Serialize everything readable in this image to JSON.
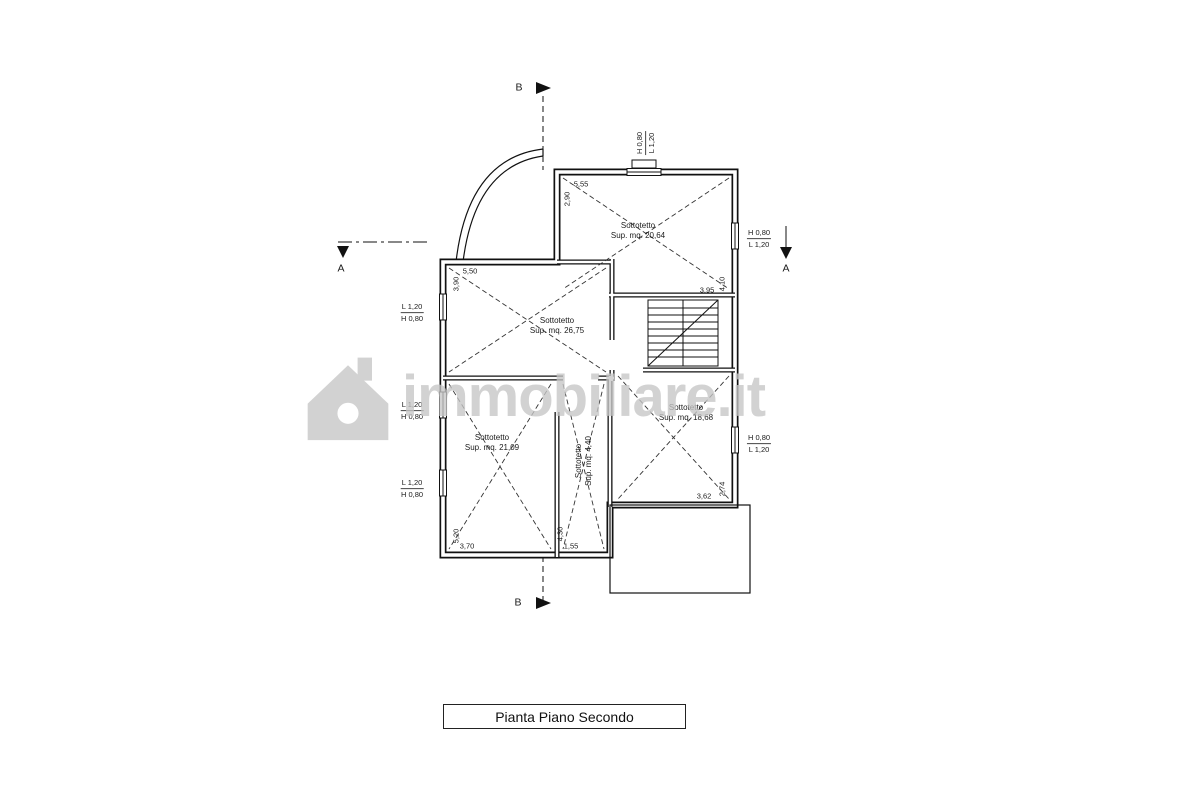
{
  "title": "Pianta Piano Secondo",
  "watermark": "immobiliare.it",
  "markers": {
    "b_top": "B",
    "b_bottom": "B",
    "a_left": "A",
    "a_right": "A"
  },
  "rooms": {
    "r1": {
      "name": "Sottotetto",
      "area": "Sup. mq. 20,64"
    },
    "r2": {
      "name": "Sottotetto",
      "area": "Sup. mq. 26,75"
    },
    "r3": {
      "name": "Sottotetto",
      "area": "Sup. mq. 21,09"
    },
    "r4": {
      "name": "Sottotetto",
      "area": "Sup. mq. 4,40"
    },
    "r5": {
      "name": "Sottotetto",
      "area": "Sup. mq. 18,68"
    }
  },
  "windows": {
    "top": {
      "line1": "H 0,80",
      "line2": "L 1,20"
    },
    "right1": {
      "line1": "H 0,80",
      "line2": "L 1,20"
    },
    "right2": {
      "line1": "H 0,80",
      "line2": "L 1,20"
    },
    "left1": {
      "line1": "L 1,20",
      "line2": "H 0,80"
    },
    "left2": {
      "line1": "L 1,20",
      "line2": "H 0,80"
    },
    "left3": {
      "line1": "L 1,20",
      "line2": "H 0,80"
    }
  },
  "dims": {
    "r1_top": "5,55",
    "r1_left": "2,90",
    "r1_right": "4,10",
    "r1_bottom": "3,95",
    "r2_top": "5,50",
    "r2_left": "3,90",
    "r3_bottom": "3,70",
    "r3_left": "5,20",
    "r4_bottom": "1,55",
    "r4_left": "4,30",
    "r5_bottom": "3,62",
    "r5_right": "2,74"
  }
}
